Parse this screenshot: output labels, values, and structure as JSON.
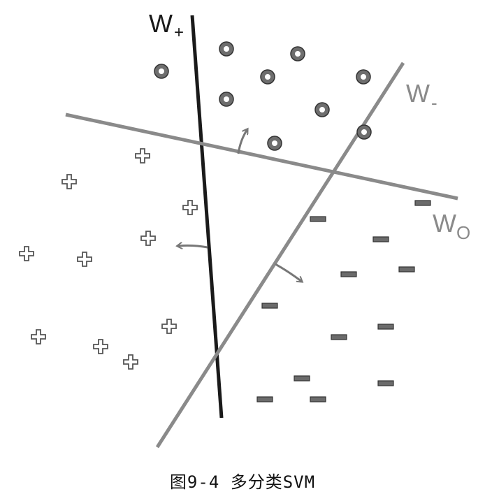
{
  "labels": {
    "w_plus": {
      "main": "W",
      "sub": "+"
    },
    "w_minus": {
      "main": "W",
      "sub": "-"
    },
    "w_zero": {
      "main": "W",
      "sub": "O"
    }
  },
  "caption": "图9-4  多分类SVM",
  "colors": {
    "w_plus_line": "#1a1a1a",
    "w_minus_line": "#8a8a8a",
    "w_zero_line": "#8a8a8a",
    "circle_fill": "#6e6e6e",
    "minus_fill": "#6b6b6b",
    "arrow": "#777777"
  }
}
